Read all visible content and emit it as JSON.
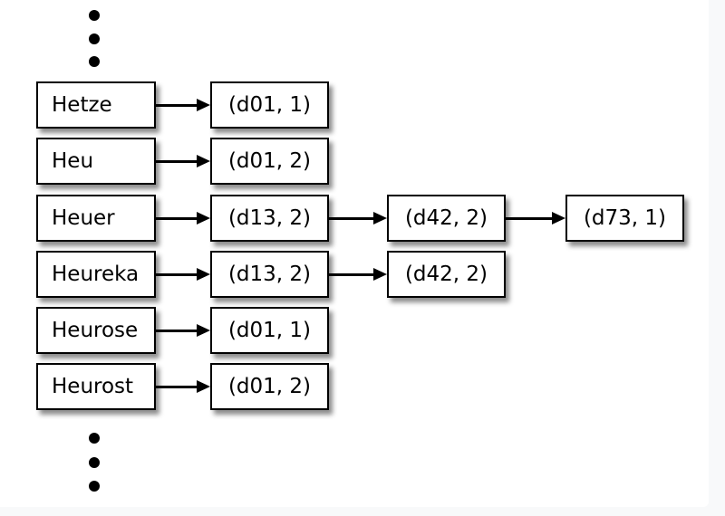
{
  "page": {
    "outer_background": "#f8f9fa",
    "slide_background": "#ffffff"
  },
  "diagram": {
    "colors": {
      "box_border": "#000000",
      "box_fill": "#ffffff",
      "arrow": "#000000",
      "dot": "#000000",
      "shadow": "rgba(0,0,0,0.45)"
    },
    "ellipsis_top_dot_count": 3,
    "ellipsis_bottom_dot_count": 3,
    "rows": [
      {
        "term": "Hetze",
        "postings": [
          "(d01, 1)"
        ]
      },
      {
        "term": "Heu",
        "postings": [
          "(d01, 2)"
        ]
      },
      {
        "term": "Heuer",
        "postings": [
          "(d13, 2)",
          "(d42, 2)",
          "(d73, 1)"
        ]
      },
      {
        "term": "Heureka",
        "postings": [
          "(d13, 2)",
          "(d42, 2)"
        ]
      },
      {
        "term": "Heurose",
        "postings": [
          "(d01, 1)"
        ]
      },
      {
        "term": "Heurost",
        "postings": [
          "(d01, 2)"
        ]
      }
    ]
  }
}
